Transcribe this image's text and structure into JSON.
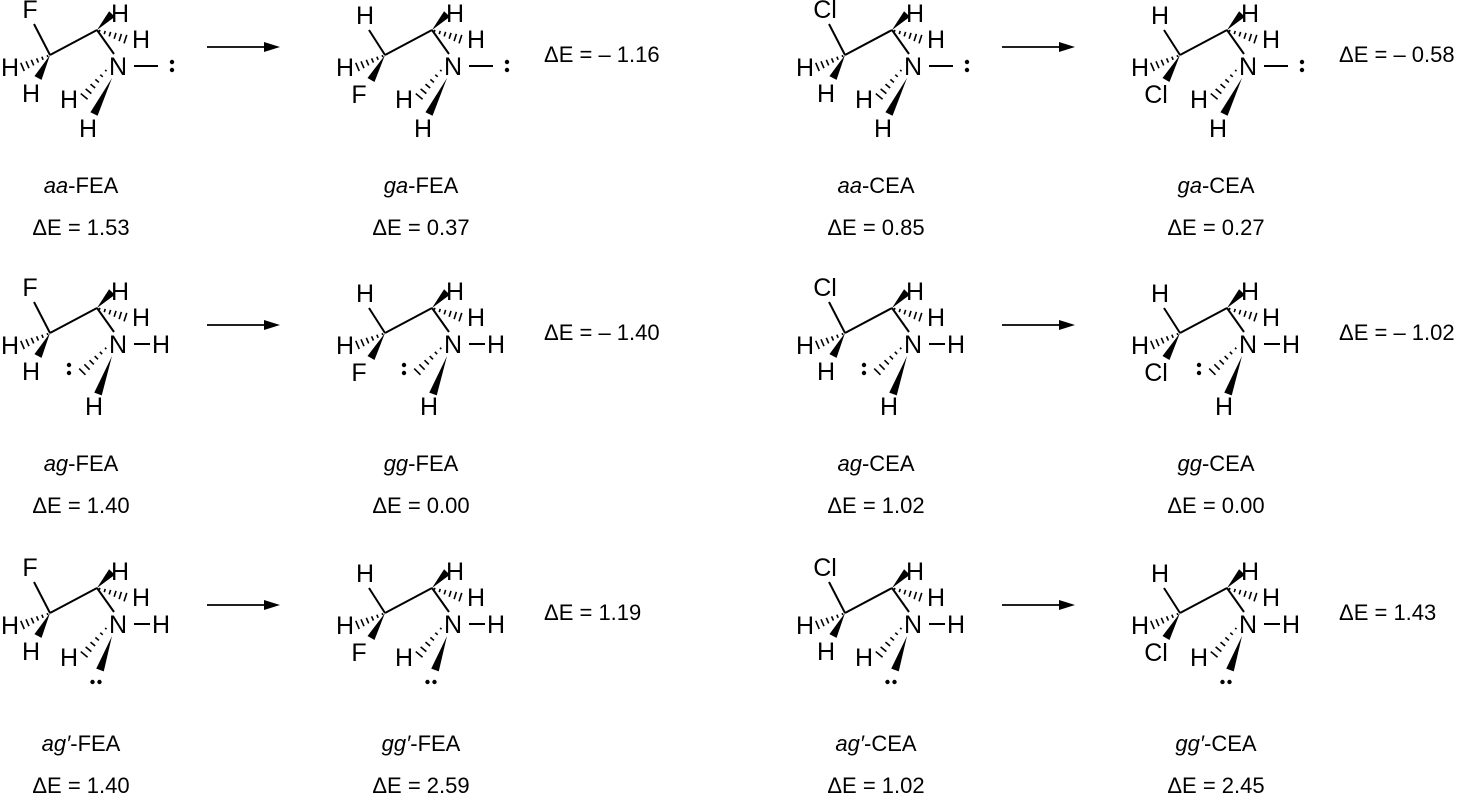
{
  "rows": [
    {
      "variant": "nlp-right",
      "groups": [
        {
          "left": {
            "top": "F",
            "mid": "H",
            "bot": "H",
            "prefix": "aa",
            "compound": "FEA",
            "energy": "ΔE = 1.53"
          },
          "right": {
            "top": "H",
            "mid": "H",
            "bot": "F",
            "prefix": "ga",
            "compound": "FEA",
            "energy": "ΔE = 0.37"
          },
          "delta": "ΔE = – 1.16"
        },
        {
          "left": {
            "top": "Cl",
            "mid": "H",
            "bot": "H",
            "prefix": "aa",
            "compound": "CEA",
            "energy": "ΔE = 0.85"
          },
          "right": {
            "top": "H",
            "mid": "H",
            "bot": "Cl",
            "prefix": "ga",
            "compound": "CEA",
            "energy": "ΔE = 0.27"
          },
          "delta": "ΔE = – 0.58"
        }
      ]
    },
    {
      "variant": "nlp-left",
      "groups": [
        {
          "left": {
            "top": "F",
            "mid": "H",
            "bot": "H",
            "prefix": "ag",
            "compound": "FEA",
            "energy": "ΔE = 1.40"
          },
          "right": {
            "top": "H",
            "mid": "H",
            "bot": "F",
            "prefix": "gg",
            "compound": "FEA",
            "energy": "ΔE = 0.00"
          },
          "delta": "ΔE = – 1.40"
        },
        {
          "left": {
            "top": "Cl",
            "mid": "H",
            "bot": "H",
            "prefix": "ag",
            "compound": "CEA",
            "energy": "ΔE = 1.02"
          },
          "right": {
            "top": "H",
            "mid": "H",
            "bot": "Cl",
            "prefix": "gg",
            "compound": "CEA",
            "energy": "ΔE = 0.00"
          },
          "delta": "ΔE = – 1.02"
        }
      ]
    },
    {
      "variant": "nlp-bottom",
      "groups": [
        {
          "left": {
            "top": "F",
            "mid": "H",
            "bot": "H",
            "prefix": "ag′",
            "compound": "FEA",
            "energy": "ΔE = 1.40"
          },
          "right": {
            "top": "H",
            "mid": "H",
            "bot": "F",
            "prefix": "gg′",
            "compound": "FEA",
            "energy": "ΔE = 2.59"
          },
          "delta": "ΔE = 1.19"
        },
        {
          "left": {
            "top": "Cl",
            "mid": "H",
            "bot": "H",
            "prefix": "ag′",
            "compound": "CEA",
            "energy": "ΔE = 1.02"
          },
          "right": {
            "top": "H",
            "mid": "H",
            "bot": "Cl",
            "prefix": "gg′",
            "compound": "CEA",
            "energy": "ΔE = 2.45"
          },
          "delta": "ΔE = 1.43"
        }
      ]
    }
  ],
  "atoms": {
    "hydrogen": "H",
    "nitrogen": "N",
    "separator": "-"
  },
  "colors": {
    "ink": "#000000",
    "background": "#ffffff"
  }
}
